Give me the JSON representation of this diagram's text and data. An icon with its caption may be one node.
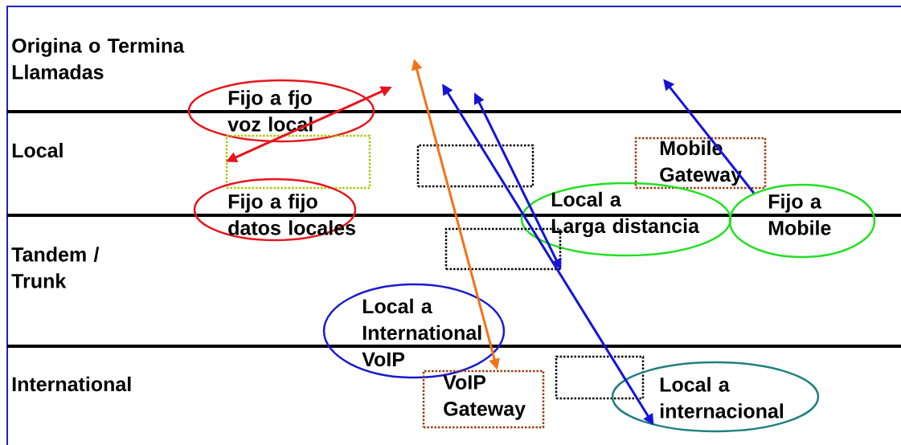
{
  "diagram": {
    "nodes": [
      {
        "text": [
          "Fijo a fjo voz local"
        ]
      },
      {
        "text": [],
        "shape": "box"
      },
      {
        "text": [],
        "shape": "box"
      },
      {
        "text": [
          "Mobile Gateway"
        ]
      },
      {
        "text": [
          "Fijo a fijo datos locales"
        ]
      },
      {
        "text": [
          "Local a Larga distancia"
        ]
      },
      {
        "text": [
          "Fijo a Mobile"
        ]
      },
      {
        "text": [],
        "shape": "box"
      },
      {
        "text": [
          "Local a International VoIP"
        ]
      },
      {
        "text": [
          "VoIP Gateway"
        ]
      },
      {
        "text": [],
        "shape": "box"
      },
      {
        "text": [
          "Local a internacional"
        ]
      }
    ],
    "edges": [
      {
        "from": 1,
        "to": null,
        "arrow": "both",
        "color": "#e8141a"
      },
      {
        "from": null,
        "to": 9,
        "arrow": "both",
        "color": "#f47216"
      },
      {
        "from": null,
        "to": 11,
        "arrow": "both"
      },
      {
        "from": null,
        "to": 7,
        "arrow": "both"
      },
      {
        "from": 6,
        "to": null,
        "arrow": "to"
      }
    ],
    "labels": [
      "Origina o Termina Llamadas",
      "Local",
      "Tandem / Trunk",
      "International"
    ]
  }
}
